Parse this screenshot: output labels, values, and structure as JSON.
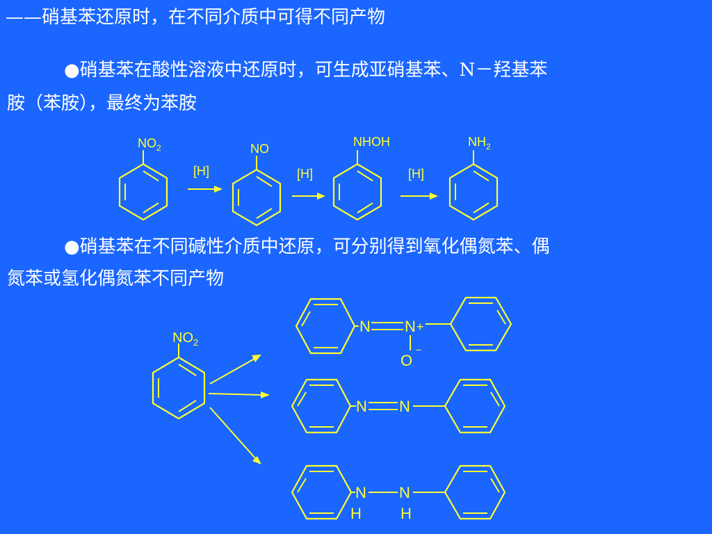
{
  "slide": {
    "heading": "——硝基苯还原时，在不同介质中可得不同产物",
    "para1_line1": "●硝基苯在酸性溶液中还原时，可生成亚硝基苯、N－羟基苯",
    "para1_line2": "胺（苯胺），最终为苯胺",
    "para2_line1": "●硝基苯在不同碱性介质中还原，可分别得到氧化偶氮苯、偶",
    "para2_line2": "氮苯或氢化偶氮苯不同产物"
  },
  "scheme1": {
    "nitro": "NO",
    "nitro_sub": "2",
    "nitroso": "NO",
    "hydroxylamine": "NHOH",
    "amine": "NH",
    "amine_sub": "2",
    "reagent1": "[H]",
    "reagent2": "[H]",
    "reagent3": "[H]"
  },
  "scheme2": {
    "start": "NO",
    "start_sub": "2",
    "azoxy_n1": "N",
    "azoxy_n2": "N",
    "azoxy_charge": "+",
    "azoxy_o": "O",
    "azoxy_o_charge": "−",
    "azo_n1": "N",
    "azo_n2": "N",
    "hydrazo_n1": "N",
    "hydrazo_n2": "N",
    "hydrazo_h1": "H",
    "hydrazo_h2": "H"
  },
  "colors": {
    "background": "#1a66ff",
    "text": "#ffffff",
    "structure": "#ffff33"
  }
}
